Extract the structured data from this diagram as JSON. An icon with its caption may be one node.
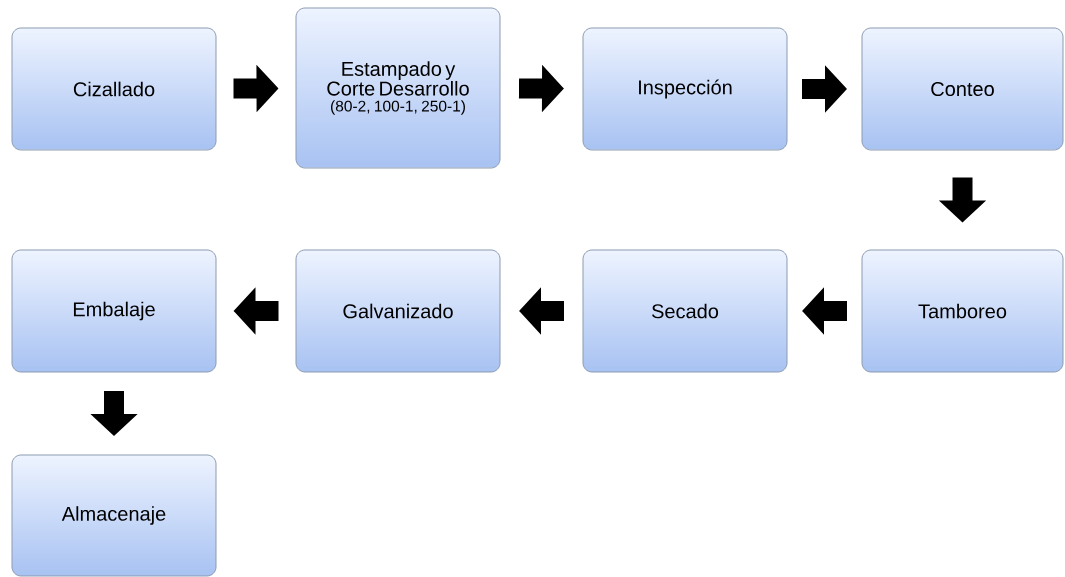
{
  "diagram": {
    "nodes": [
      {
        "text": [
          "Cizallado"
        ]
      },
      {
        "text": [
          "Estampado y Corte Desarrollo",
          "(80-2, 100-1, 250-1)"
        ]
      },
      {
        "text": [
          "Inspección"
        ]
      },
      {
        "text": [
          "Conteo"
        ]
      },
      {
        "text": [
          "Tamboreo"
        ]
      },
      {
        "text": [
          "Secado"
        ]
      },
      {
        "text": [
          "Galvanizado"
        ]
      },
      {
        "text": [
          "Embalaje"
        ]
      },
      {
        "text": [
          "Almacenaje"
        ]
      }
    ],
    "edges": [
      {
        "from": 0,
        "to": 1,
        "arrow": "to"
      },
      {
        "from": 1,
        "to": 2,
        "arrow": "to"
      },
      {
        "from": 2,
        "to": 3,
        "arrow": "to"
      },
      {
        "from": 3,
        "to": 4,
        "arrow": "to"
      },
      {
        "from": 4,
        "to": 5,
        "arrow": "to"
      },
      {
        "from": 5,
        "to": 6,
        "arrow": "to"
      },
      {
        "from": 6,
        "to": 7,
        "arrow": "to"
      },
      {
        "from": 7,
        "to": 8,
        "arrow": "to"
      }
    ]
  }
}
